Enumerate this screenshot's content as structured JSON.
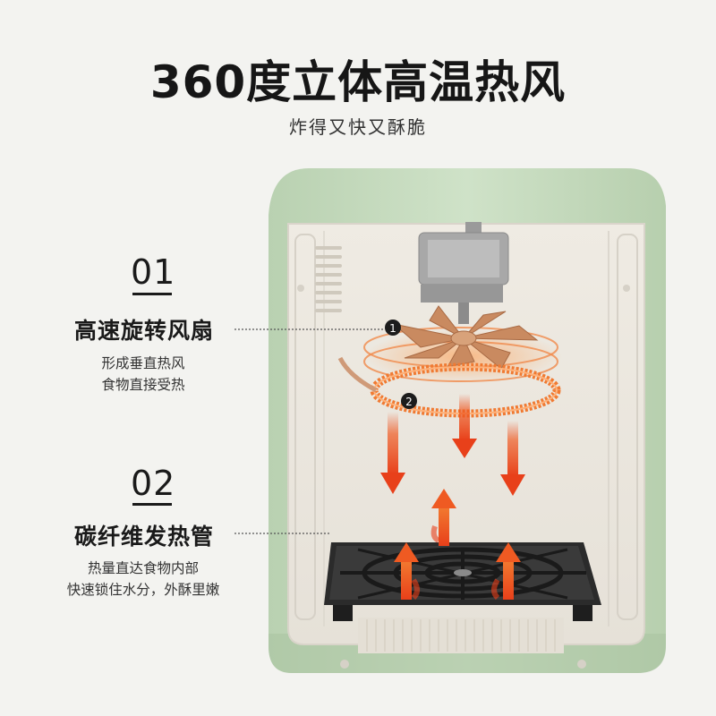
{
  "header": {
    "title": "360度立体高温热风",
    "subtitle": "炸得又快又酥脆"
  },
  "features": [
    {
      "number": "01",
      "title": "高速旋转风扇",
      "lines": [
        "形成垂直热风",
        "食物直接受热"
      ],
      "marker": "1"
    },
    {
      "number": "02",
      "title": "碳纤维发热管",
      "lines": [
        "热量直达食物内部",
        "快速锁住水分，外酥里嫩"
      ],
      "marker": "2"
    }
  ],
  "colors": {
    "shell": "#c6dcbf",
    "interior": "#f1ede6",
    "copper": "#c98a60",
    "heat": "#f0792d",
    "arrow": "#ec4a1c",
    "basket": "#2b2b2b"
  },
  "icons": [
    "fan-blade-icon",
    "heating-coil-icon",
    "motor-icon",
    "airflow-arrow-icon",
    "basket-grill-icon"
  ]
}
